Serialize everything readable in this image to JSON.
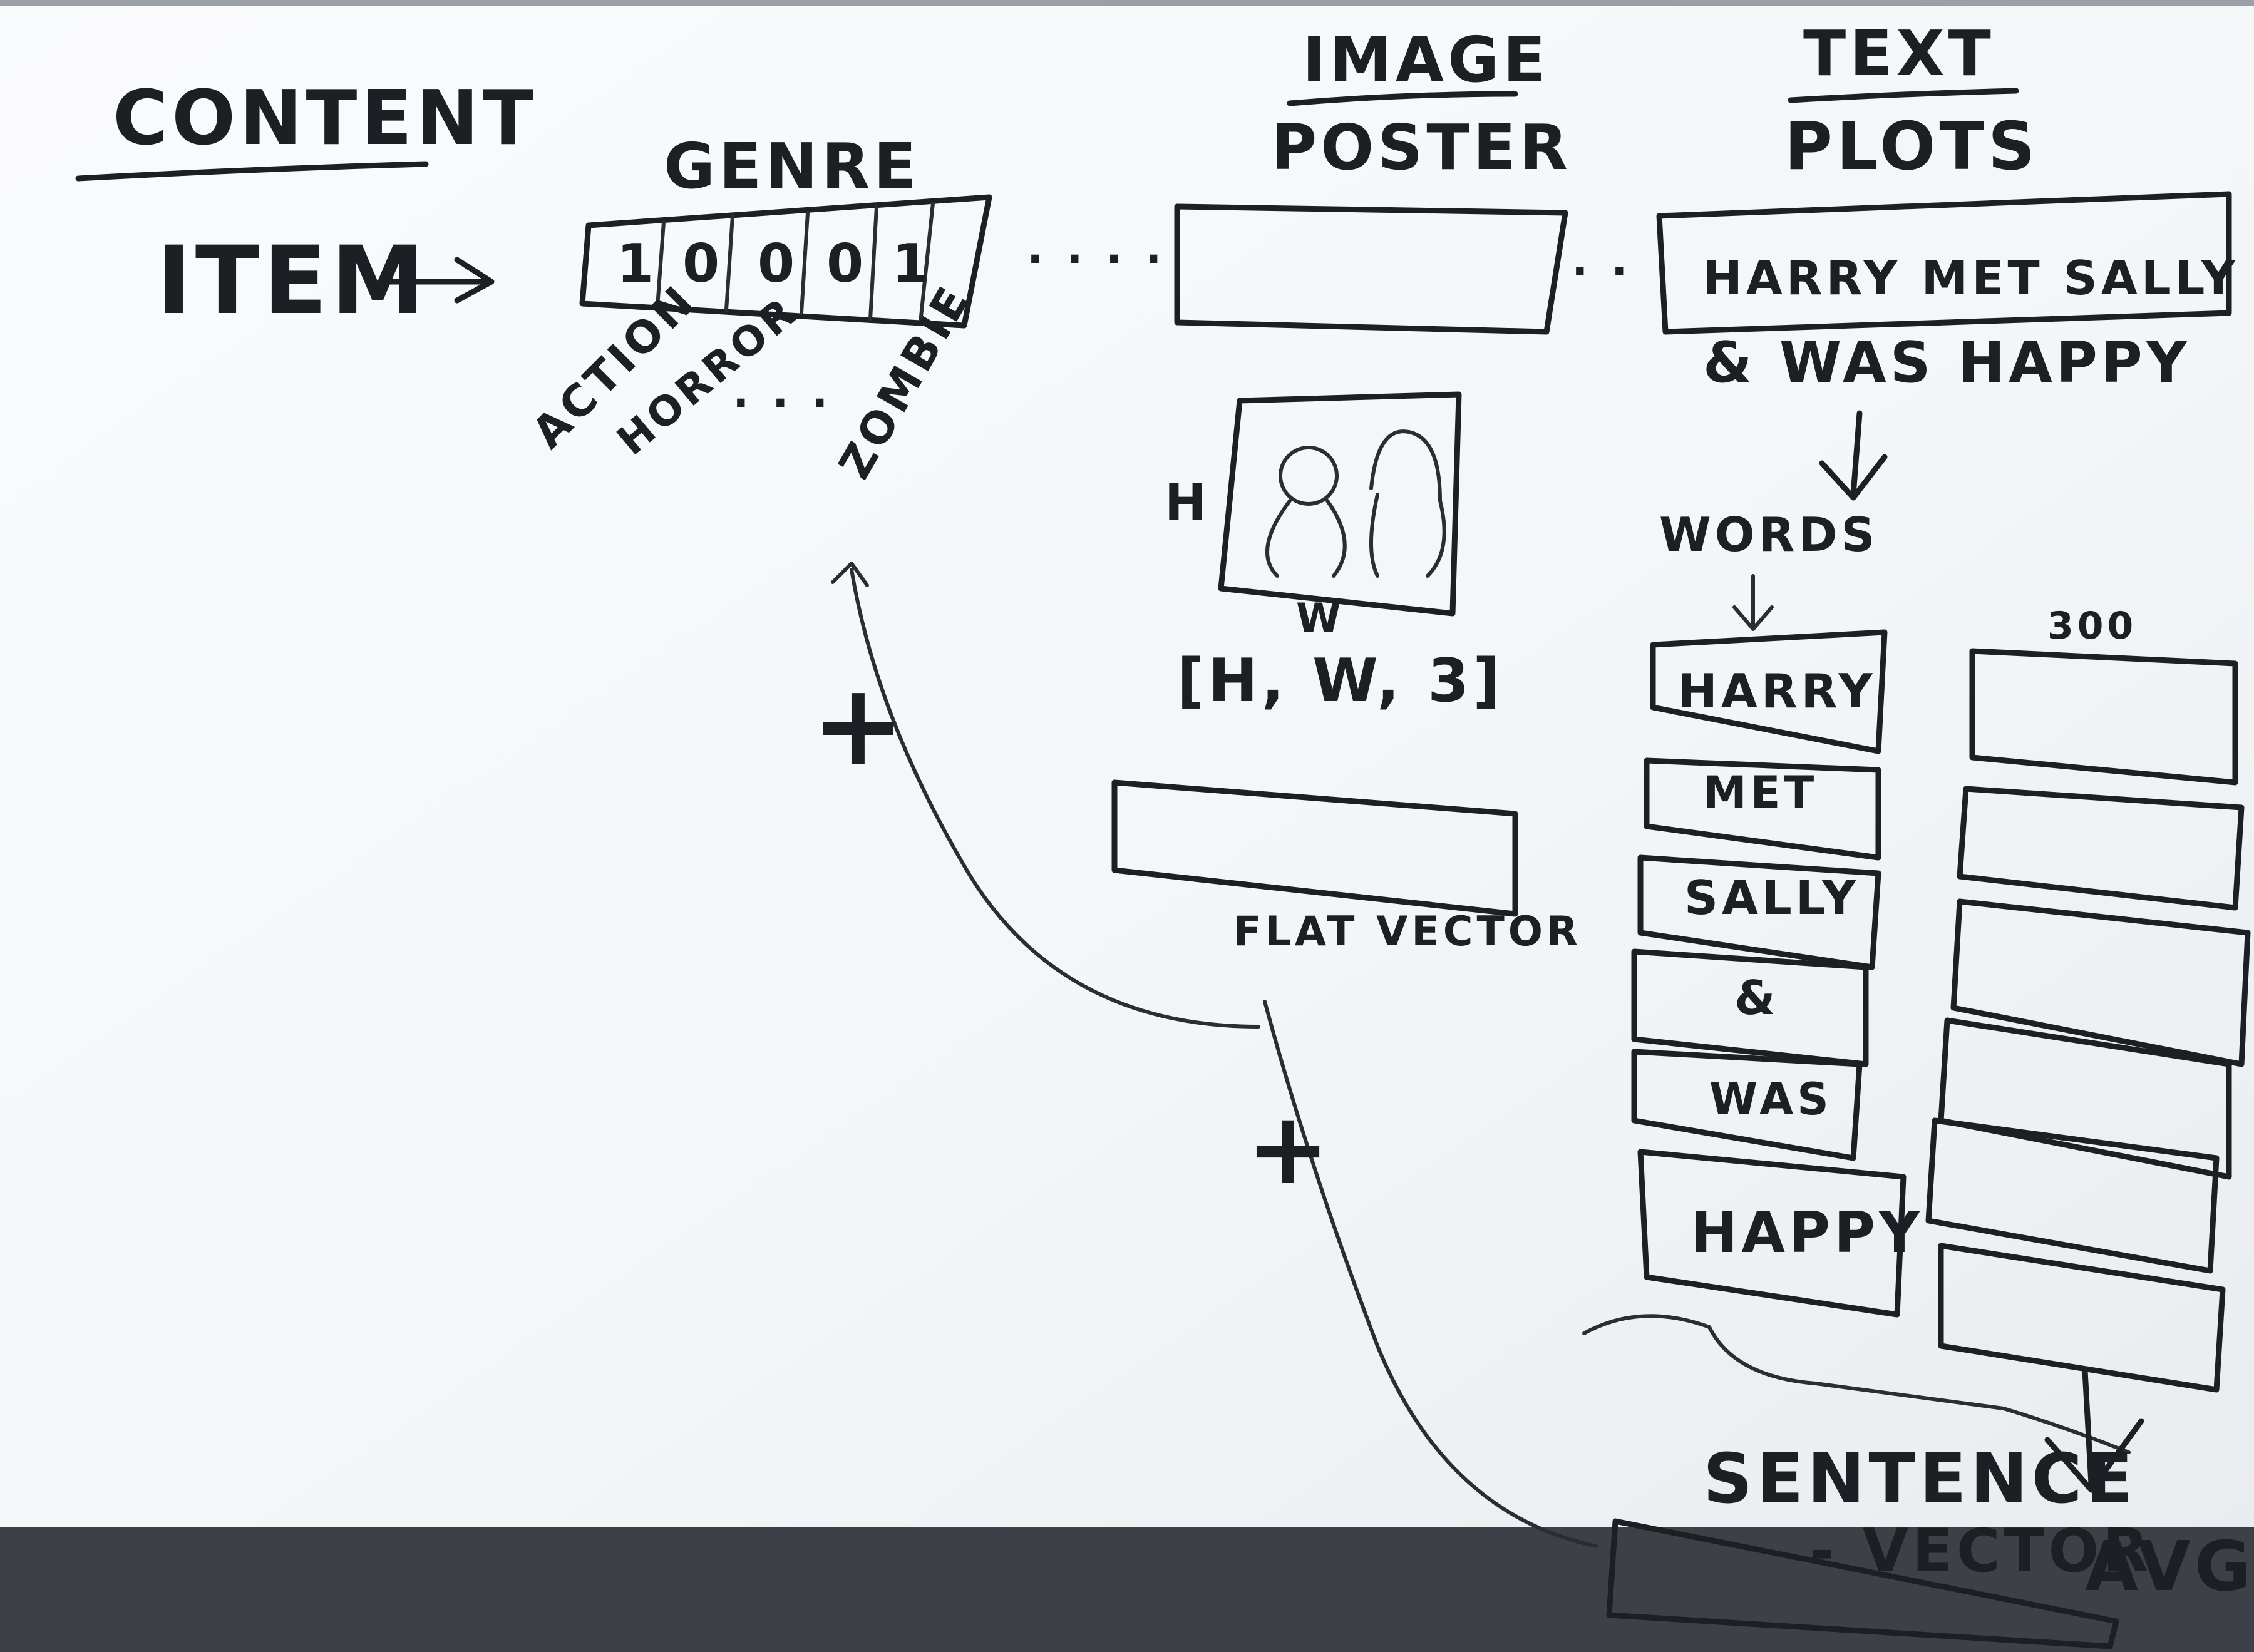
{
  "heading": {
    "content": "CONTENT",
    "item": "ITEM"
  },
  "genre": {
    "title": "GENRE",
    "cells": [
      "1",
      "0",
      "0",
      "0",
      "1"
    ],
    "labels": {
      "action": "ACTION",
      "horror": "HORROR",
      "ellipsis": ". . .",
      "zombie": "ZOMBIE"
    }
  },
  "separators": {
    "between_genre_image": ". . . .",
    "between_image_text": ". ."
  },
  "image": {
    "title": "IMAGE",
    "subtitle": "POSTER",
    "height_label": "H",
    "width_label": "W",
    "shape_label": "[H, W, 3]",
    "flat_label": "FLAT VECTOR"
  },
  "text": {
    "title": "TEXT",
    "subtitle": "PLOTS",
    "plot_line1": "HARRY MET SALLY",
    "plot_line2": "& WAS HAPPY",
    "words_label": "WORDS",
    "words": [
      "HARRY",
      "MET",
      "SALLY",
      "&",
      "WAS",
      "HAPPY"
    ],
    "embedding_dim": "300",
    "sentence_label": "SENTENCE",
    "vector_label": "- VECTOR",
    "avg_label": "AVG"
  },
  "plus_signs": [
    "+",
    "+"
  ],
  "colors": {
    "board": "#f4f6f8",
    "ink": "#1c1f24",
    "frame": "#3a3d42"
  }
}
